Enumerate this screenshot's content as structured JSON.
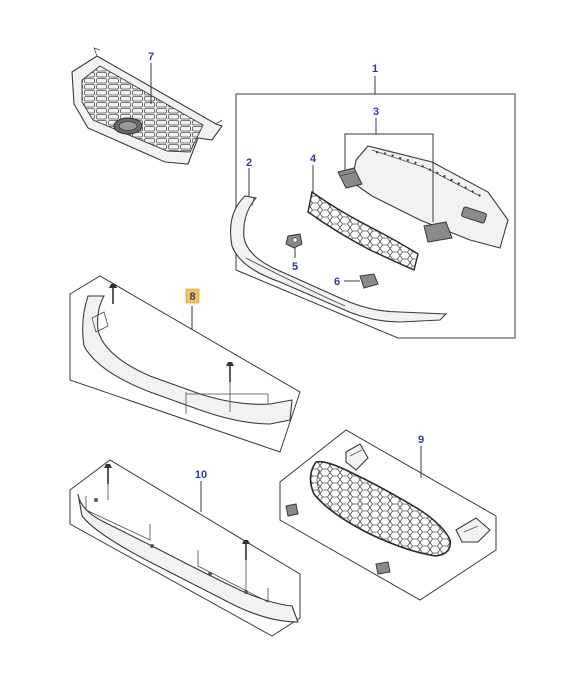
{
  "callouts": {
    "c1": "1",
    "c2": "2",
    "c3": "3",
    "c4": "4",
    "c5": "5",
    "c6": "6",
    "c7": "7",
    "c8": "8",
    "c9": "9",
    "c10": "10"
  },
  "colors": {
    "callout_text": "#2f3e9e",
    "highlight_badge": "#f3c453",
    "line": "#3a3a3a",
    "background": "#ffffff"
  }
}
